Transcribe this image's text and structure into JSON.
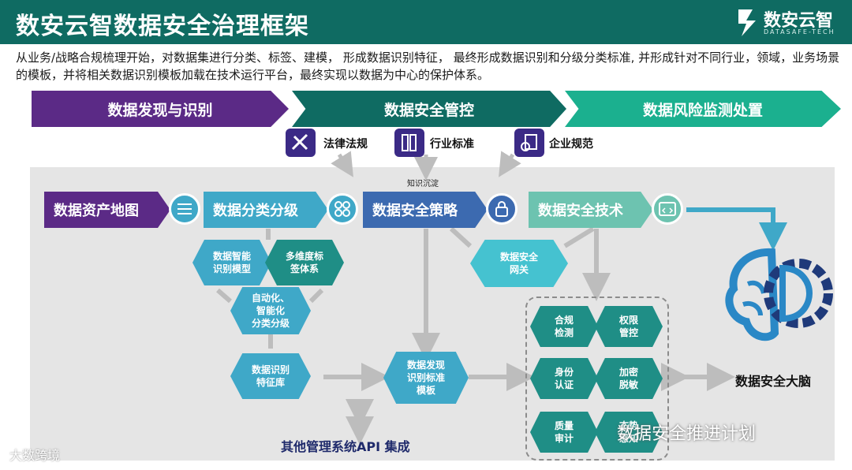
{
  "header": {
    "title": "数安云智数据安全治理框架",
    "logo_text": "数安云智",
    "logo_sub": "DATASAFE-TECH"
  },
  "intro": "从业务/战略合规梳理开始，对数据集进行分类、标签、建模， 形成数据识别特征， 最终形成数据识别和分级分类标准, 并形成针对不同行业，领域，业务场景的模板，并将相关数据识别模板加载在技术运行平台，最终实现以数据为中心的保护体系。",
  "phases": [
    {
      "label": "数据发现与识别",
      "color": "#5b2a86"
    },
    {
      "label": "数据安全管控",
      "color": "#0f6b62"
    },
    {
      "label": "数据风险监测处置",
      "color": "#1bb08f"
    }
  ],
  "standards": [
    {
      "label": "法律法规",
      "icon": "ruler-pencil-icon"
    },
    {
      "label": "行业标准",
      "icon": "server-rack-icon"
    },
    {
      "label": "企业规范",
      "icon": "document-badge-icon"
    }
  ],
  "knowledge_label": "知识沉淀",
  "main_row": [
    {
      "label": "数据资产地图",
      "color": "#5b2a86",
      "icon": "list-icon"
    },
    {
      "label": "数据分类分级",
      "color": "#3fa8c8",
      "icon": "grid-icon"
    },
    {
      "label": "数据安全策略",
      "color": "#3c6ab0",
      "icon": "lock-icon"
    },
    {
      "label": "数据安全技术",
      "color": "#6dc3b0",
      "icon": "code-window-icon"
    }
  ],
  "hexes": {
    "smart_model": "数据智能\n识别模型",
    "multi_tag": "多维度标\n签体系",
    "auto": "自动化、\n智能化\n分类分级",
    "feature_lib": "数据识别\n特征库",
    "gateway": "数据安全\n网关",
    "template": "数据发现\n识别标准\n模板"
  },
  "tech_grid": [
    "合规\n检测",
    "权限\n管控",
    "身份\n认证",
    "加密\n脱敏",
    "质量\n审计",
    "态势\n感知"
  ],
  "brain_label": "数据安全大脑",
  "api_label": "其他管理系统API 集成",
  "watermarks": {
    "left": "大数跨境",
    "right": "数据安全推进计划"
  },
  "colors": {
    "header": "#0f6b62",
    "hex_blue": "#3fa8c8",
    "hex_teal": "#1f8e86",
    "brain_blue": "#2a88c6",
    "brain_navy": "#1f3a7a"
  }
}
